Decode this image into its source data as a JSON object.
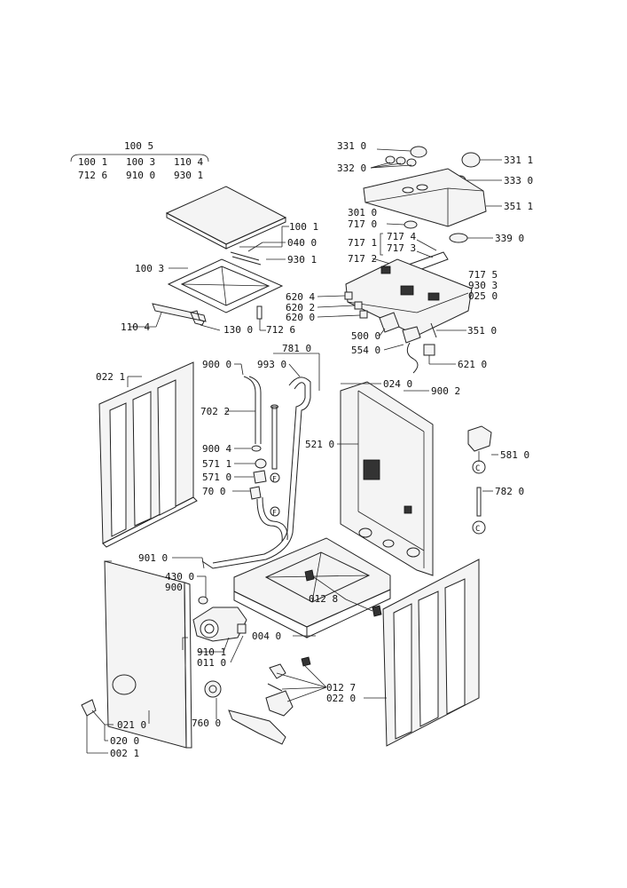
{
  "header_labels": {
    "title": "100 5",
    "row1": [
      "100 1",
      "100 3",
      "110 4"
    ],
    "row2": [
      "712 6",
      "910 0",
      "930 1"
    ]
  },
  "labels": {
    "p1001": "100 1",
    "p0400": "040 0",
    "p9301": "930 1",
    "p1003": "100 3",
    "p1104": "110 4",
    "p1300": "130 0",
    "p7126": "712 6",
    "p3310": "331 0",
    "p3320": "332 0",
    "p3311": "331 1",
    "p3330": "333 0",
    "p3511": "351 1",
    "p3010": "301 0",
    "p7170": "717 0",
    "p7174": "717 4",
    "p7171": "717 1",
    "p7173": "717 3",
    "p3390": "339 0",
    "p7172": "717 2",
    "p7175": "717 5",
    "p9303": "930 3",
    "p0250": "025 0",
    "p6204": "620 4",
    "p6202": "620 2",
    "p6200": "620 0",
    "p5000": "500 0",
    "p3510": "351 0",
    "p5540": "554 0",
    "p6210": "621 0",
    "p7810": "781 0",
    "p9000": "900 0",
    "p9930": "993 0",
    "p0221": "022 1",
    "p0240": "024 0",
    "p9002": "900 2",
    "p7022": "702 2",
    "p5210": "521 0",
    "p9004": "900 4",
    "p5711": "571 1",
    "p5710": "571 0",
    "p5810": "581 0",
    "p7820": "782 0",
    "p700": "70 0",
    "p9010": "901 0",
    "p4300": "430 0",
    "p900": "900",
    "p0128": "012 8",
    "p9101": "910 1",
    "p0110": "011 0",
    "p0040": "004 0",
    "p0127": "012 7",
    "p0220": "022 0",
    "p0210": "021 0",
    "p7600": "760 0",
    "p0200": "020 0",
    "p0201": "002 1",
    "markerC": "C",
    "markerF": "F"
  }
}
